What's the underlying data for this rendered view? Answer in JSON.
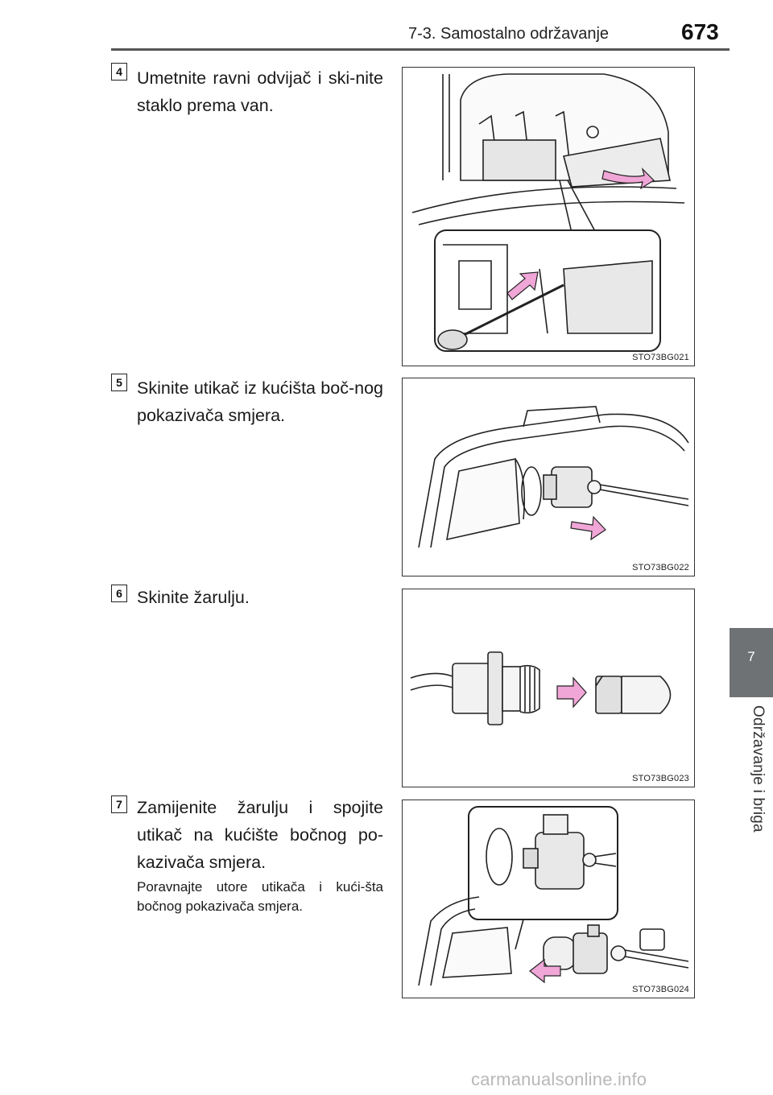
{
  "header": {
    "section_title": "7-3. Samostalno održavanje",
    "page_number": "673"
  },
  "side_tab": {
    "chapter_number": "7",
    "chapter_label": "Održavanje i briga"
  },
  "steps": [
    {
      "number": "4",
      "text": "Umetnite ravni odvijač i ski-nite staklo prema van.",
      "figure_code": "STO73BG021"
    },
    {
      "number": "5",
      "text": "Skinite utikač iz kućišta boč-nog pokazivača smjera.",
      "figure_code": "STO73BG022"
    },
    {
      "number": "6",
      "text": "Skinite žarulju.",
      "figure_code": "STO73BG023"
    },
    {
      "number": "7",
      "text": "Zamijenite žarulju i spojite utikač na kućište bočnog po-kazivača smjera.",
      "note": "Poravnajte utore utikača i kući-šta bočnog pokazivača smjera.",
      "figure_code": "STO73BG024"
    }
  ],
  "watermark": "carmanualsonline.info",
  "colors": {
    "arrow": "#f0a6d6",
    "tab": "#6f7275"
  }
}
